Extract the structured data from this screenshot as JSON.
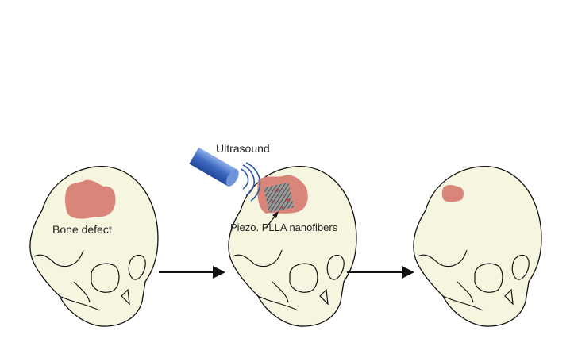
{
  "labels": {
    "bone_defect": "Bone defect",
    "ultrasound": "Ultrasound",
    "nanofibers": "Piezo. PLLA nanofibers"
  },
  "colors": {
    "skull_fill": "#f6f6e0",
    "defect": "#d98579",
    "probe": "#4a78c8",
    "charge": "#d0202a"
  },
  "stages": [
    "defect",
    "treatment",
    "healed"
  ]
}
